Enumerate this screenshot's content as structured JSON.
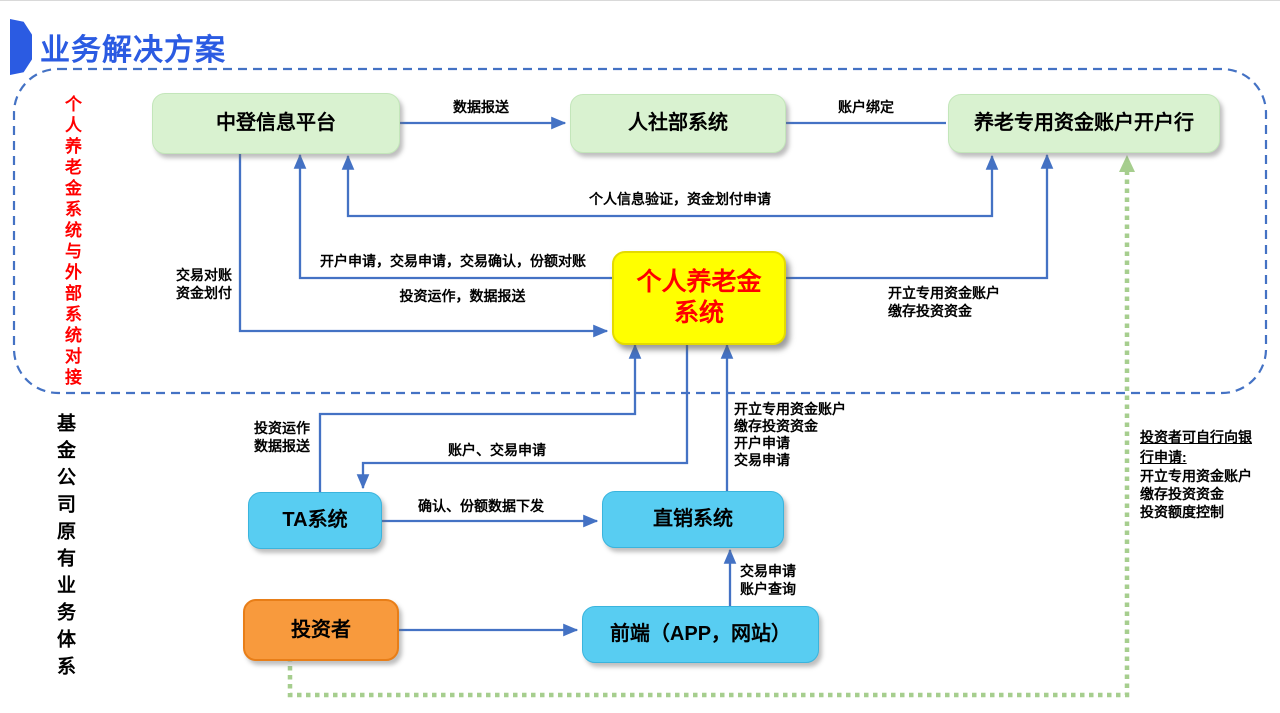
{
  "page": {
    "title": "业务解决方案"
  },
  "side_labels": {
    "external": "个人养老金系统与外部系统对接",
    "internal": "基金公司原有业务体系"
  },
  "nodes": {
    "zhongdeng": "中登信息平台",
    "renshebu": "人社部系统",
    "bank": "养老专用资金账户开户行",
    "pension": "个人养老金\n系统",
    "ta": "TA系统",
    "zhixiao": "直销系统",
    "investor": "投资者",
    "frontend": "前端（APP，网站）"
  },
  "edges": {
    "data_report": "数据报送",
    "account_binding": "账户绑定",
    "info_verification": "个人信息验证，资金划付申请",
    "reconciliation": "交易对账\n资金划付",
    "open_trade_confirm": "开户申请，交易申请，交易确认，份额对账",
    "invest_report": "投资运作，数据报送",
    "open_fund_account": "开立专用资金账户\n缴存投资资金",
    "ta_invest_report": "投资运作\n数据报送",
    "account_trade_apply": "账户、交易申请",
    "direct_to_pension": "开立专用资金账户\n缴存投资资金\n开户申请\n交易申请",
    "confirm_share_send": "确认、份额数据下发",
    "trade_apply_query": "交易申请\n账户查询"
  },
  "annotation": {
    "heading": "投资者可自行向银行申请:",
    "body": "开立专用资金账户\n缴存投资资金\n投资额度控制"
  },
  "colors": {
    "arrow_blue": "#4472C4",
    "dotted_green": "#A6CE8E",
    "node_green": "#D9F2D0",
    "node_cyan": "#58CDF2",
    "node_yellow": "#FFFF00",
    "node_orange": "#F89A3D",
    "title_blue": "#2B5BE2",
    "pension_text_red": "#FF0000",
    "external_label_red": "#FF0000"
  }
}
